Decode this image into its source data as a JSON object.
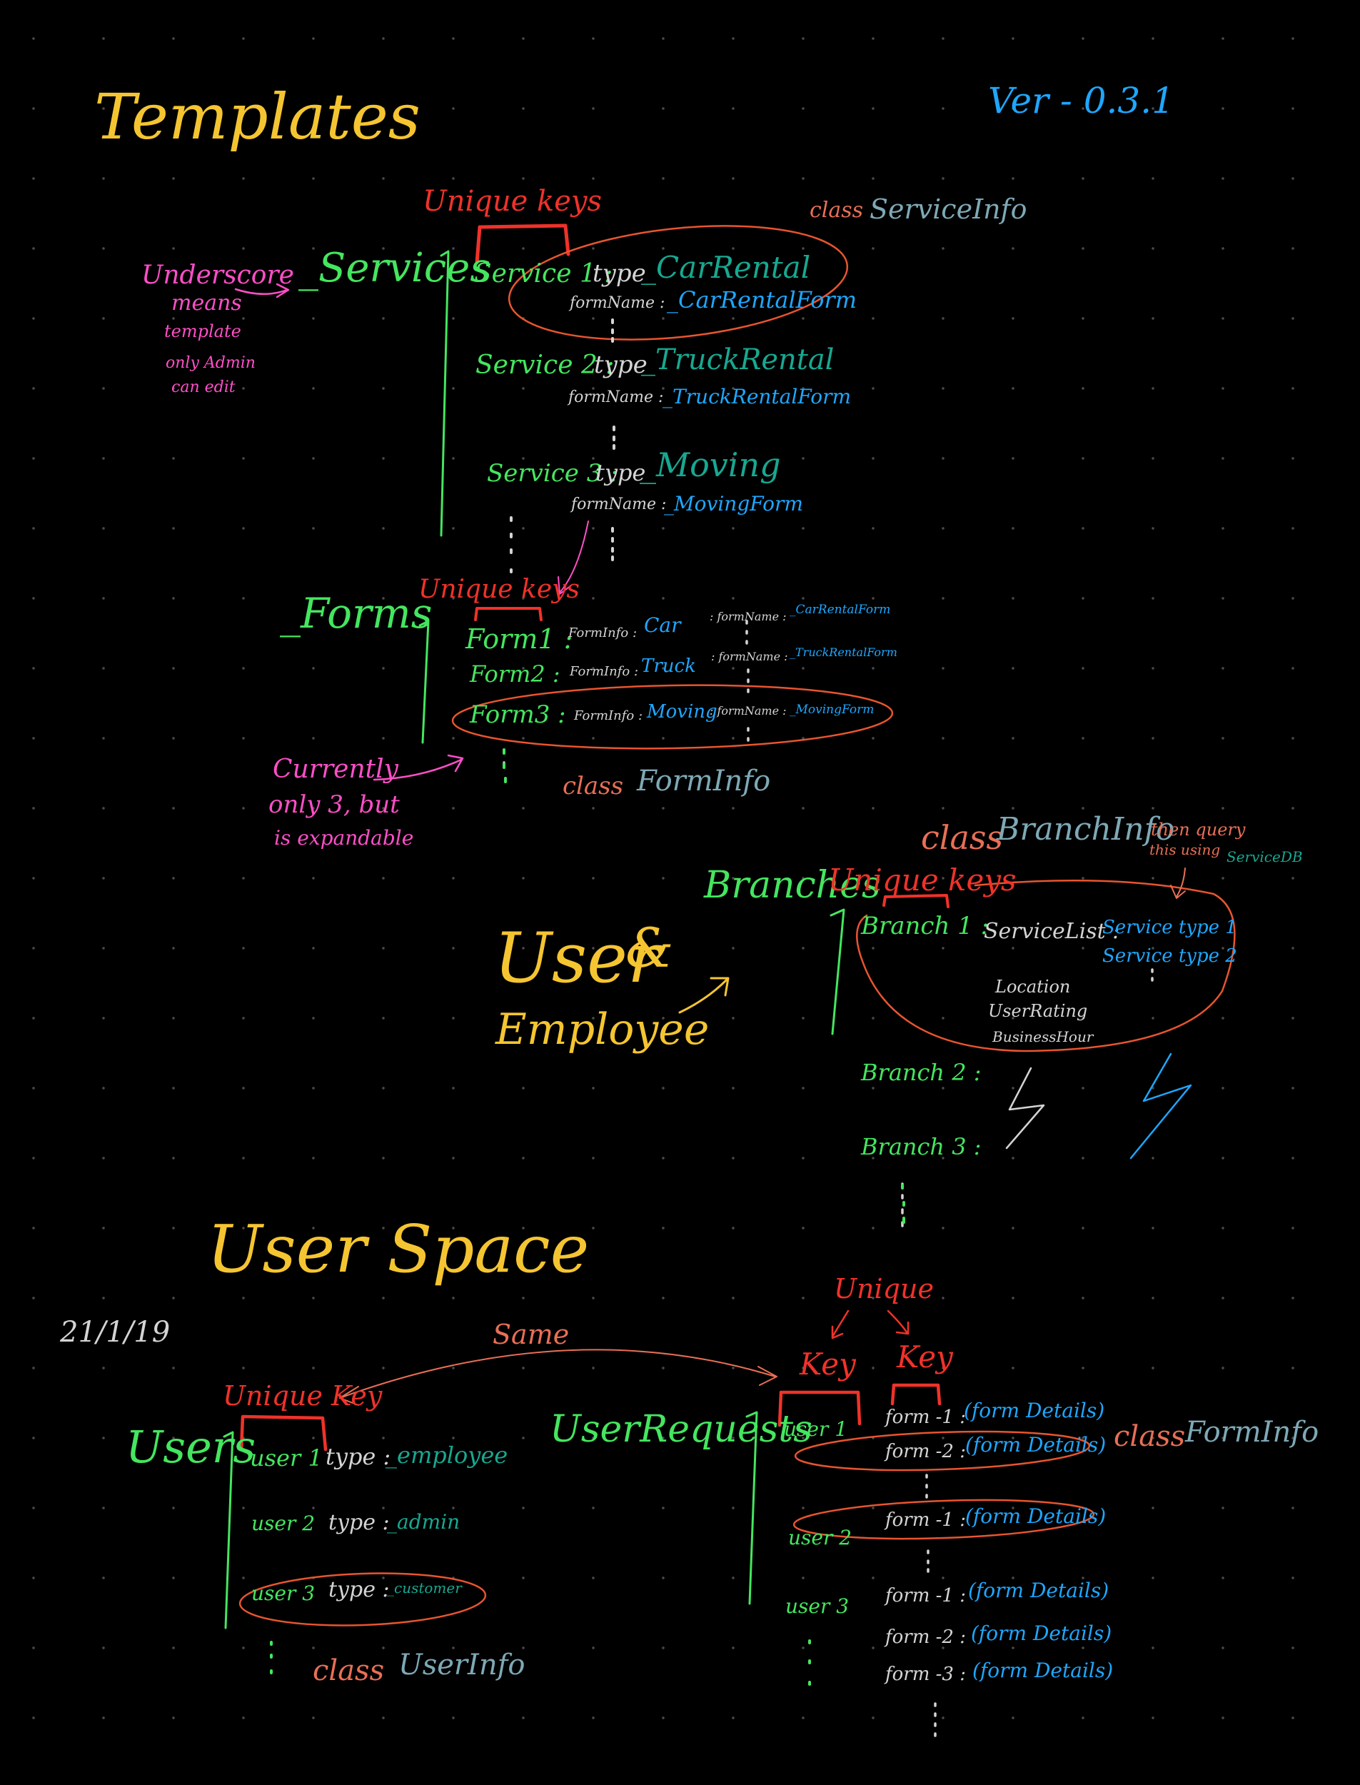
{
  "colors": {
    "yellow": "#f5c531",
    "green": "#44e65f",
    "red": "#f0322a",
    "pink": "#ff4fc8",
    "cyan": "#1ea7ff",
    "white": "#d4d4d4",
    "salmon": "#e86f56"
  },
  "header": {
    "title": "Templates",
    "version": "Ver - 0.3.1"
  },
  "services": {
    "unique_keys": "Unique keys",
    "label": "_Services",
    "class_word": "class",
    "class_name": "ServiceInfo",
    "note": [
      "Underscore",
      "means",
      "template",
      "only Admin",
      "can edit"
    ],
    "items": [
      {
        "key": "Service 1 :",
        "type_label": "type",
        "type_value": "_CarRental",
        "form_label": "formName :",
        "form_value": "_CarRentalForm"
      },
      {
        "key": "Service 2 :",
        "type_label": "type",
        "type_value": "_TruckRental",
        "form_label": "formName :",
        "form_value": "_TruckRentalForm"
      },
      {
        "key": "Service 3 :",
        "type_label": "type",
        "type_value": "_Moving",
        "form_label": "formName :",
        "form_value": "_MovingForm"
      }
    ]
  },
  "forms": {
    "label": "_Forms",
    "unique_keys": "Unique keys",
    "class_word": "class",
    "class_name": "FormInfo",
    "note": [
      "Currently",
      "only 3, but",
      "is expandable"
    ],
    "items": [
      {
        "key": "Form1 :",
        "info_label": "FormInfo :",
        "info_value": "Car",
        "name_label": ": formName :",
        "name_value": "_CarRentalForm"
      },
      {
        "key": "Form2 :",
        "info_label": "FormInfo :",
        "info_value": "Truck",
        "name_label": ": formName :",
        "name_value": "_TruckRentalForm"
      },
      {
        "key": "Form3 :",
        "info_label": "FormInfo :",
        "info_value": "Moving",
        "name_label": ": formName :",
        "name_value": "_MovingForm"
      }
    ]
  },
  "user_employee": {
    "user": "User",
    "amp": "&",
    "employee": "Employee"
  },
  "branches": {
    "label": "Branches",
    "unique_keys": "Unique keys",
    "class_word": "class",
    "class_name": "BranchInfo",
    "query_note": [
      "then query",
      "this using"
    ],
    "query_db": "ServiceDB",
    "branch1": {
      "key": "Branch 1 :",
      "service_list_label": "ServiceList :",
      "service_types": [
        "Service type 1",
        "Service type 2"
      ],
      "fields": [
        "Location",
        "UserRating",
        "BusinessHour"
      ]
    },
    "other_keys": [
      "Branch 2 :",
      "Branch 3 :"
    ]
  },
  "user_space": {
    "title": "User Space",
    "date": "21/1/19",
    "same_label": "Same",
    "users": {
      "label": "Users",
      "unique_key": "Unique Key",
      "class_word": "class",
      "class_name": "UserInfo",
      "rows": [
        {
          "key": "user 1",
          "type_label": "type :",
          "type_value": "_employee"
        },
        {
          "key": "user 2",
          "type_label": "type :",
          "type_value": "_admin"
        },
        {
          "key": "user 3",
          "type_label": "type :",
          "type_value": "_customer"
        }
      ]
    },
    "requests": {
      "label": "UserRequests",
      "unique": "Unique",
      "key1": "Key",
      "key2": "Key",
      "class_word": "class",
      "class_name": "FormInfo",
      "groups": [
        {
          "user": "user 1",
          "forms": [
            {
              "key": "form -1 :",
              "details": "(form Details)"
            },
            {
              "key": "form -2 :",
              "details": "(form Details)"
            }
          ]
        },
        {
          "user": "user 2",
          "forms": [
            {
              "key": "form -1 :",
              "details": "(form Details)"
            }
          ]
        },
        {
          "user": "user 3",
          "forms": [
            {
              "key": "form -1 :",
              "details": "(form Details)"
            },
            {
              "key": "form -2 :",
              "details": "(form Details)"
            },
            {
              "key": "form -3 :",
              "details": "(form Details)"
            }
          ]
        }
      ]
    }
  }
}
